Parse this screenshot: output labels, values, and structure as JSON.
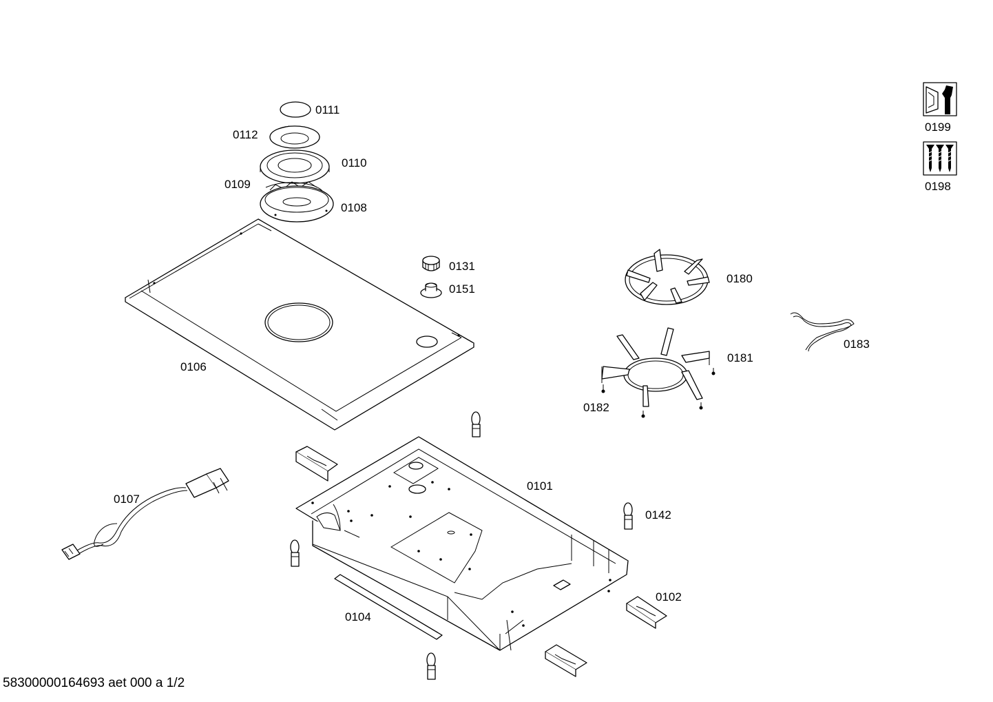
{
  "labels": {
    "p0111": "0111",
    "p0112": "0112",
    "p0110": "0110",
    "p0109": "0109",
    "p0108": "0108",
    "p0131": "0131",
    "p0151": "0151",
    "p0180": "0180",
    "p0183": "0183",
    "p0181": "0181",
    "p0182": "0182",
    "p0106": "0106",
    "p0101": "0101",
    "p0107": "0107",
    "p0142": "0142",
    "p0102": "0102",
    "p0104": "0104",
    "p0199": "0199",
    "p0198": "0198"
  },
  "footer": "58300000164693 aet 000 a 1/2",
  "icons": {
    "service_tool": "wrench-nut-icon",
    "screws": "screw-set-icon"
  }
}
